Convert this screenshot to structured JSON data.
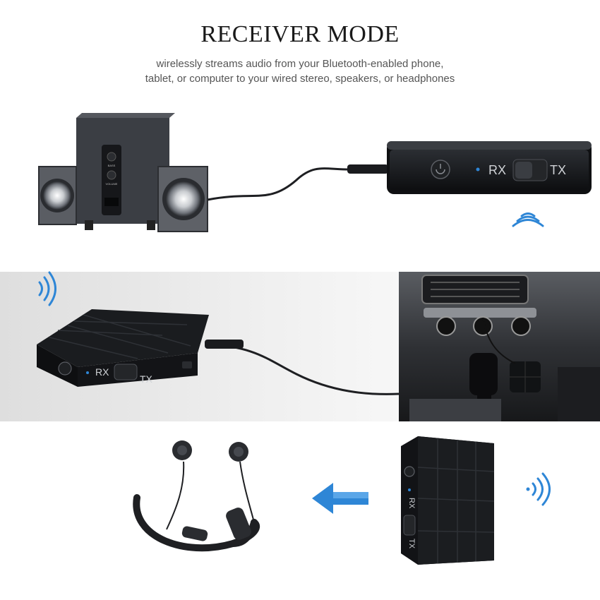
{
  "header": {
    "title": "RECEIVER MODE",
    "subtitle_line1": "wirelessly streams audio from your Bluetooth-enabled phone,",
    "subtitle_line2": "tablet, or computer to your wired stereo, speakers, or headphones"
  },
  "device": {
    "rx_label": "RX",
    "tx_label": "TX"
  },
  "speaker": {
    "bass_label": "BASS",
    "volume_label": "VOLUME"
  },
  "colors": {
    "accent_blue": "#2e86d6",
    "device_black": "#111316",
    "band_gray": "#e6e6e6"
  },
  "icons": [
    "wireless-signal-icon",
    "power-button-icon",
    "arrow-left-icon"
  ]
}
